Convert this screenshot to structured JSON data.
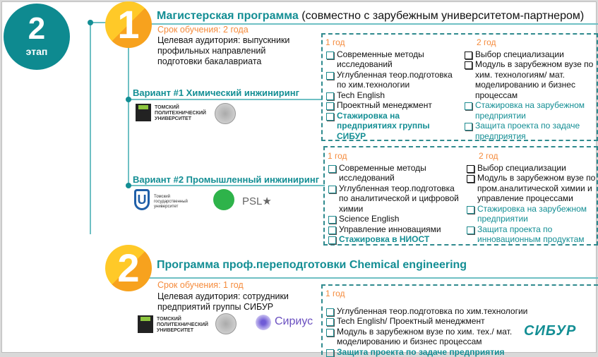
{
  "stage": {
    "number": "2",
    "label": "этап"
  },
  "program1": {
    "number": "1",
    "title": "Магистерская программа",
    "title_note": "(совместно с зарубежным университетом-партнером)",
    "duration": "Срок обучения: 2 года",
    "audience": [
      "Целевая аудитория: выпускники",
      "профильных направлений",
      "подготовки бакалавриата"
    ],
    "variant1": {
      "label": "Вариант #1 Химический инжиниринг",
      "logos": [
        "ТОМСКИЙ",
        "ПОЛИТЕХНИЧЕСКИЙ",
        "УНИВЕРСИТЕТ"
      ],
      "year1": {
        "label": "1 год",
        "items": [
          "Современные методы исследований",
          "Углубленная теор.подготовка по хим.технологии",
          "Tech English",
          "Проектный менеджмент",
          "Стажировка на предприятиях группы СИБУР"
        ]
      },
      "year2": {
        "label": "2 год",
        "items": [
          "Выбор специализации",
          "Модуль в зарубежном вузе по хим. технологиям/ мат. моделированию и бизнес процессам",
          "Стажировка на зарубежном предприятии",
          "Защита проекта по задаче предприятия"
        ]
      }
    },
    "variant2": {
      "label": "Вариант #2 Промышленный инжиниринг",
      "logos": [
        "Томский государственный университет",
        "PSL★"
      ],
      "year1": {
        "label": "1 год",
        "items": [
          "Современные методы исследований",
          "Углубленная теор.подготовка по аналитической и цифровой химии",
          "Science English",
          "Управление инновациями",
          "Стажировка в НИОСТ"
        ]
      },
      "year2": {
        "label": "2 год",
        "items": [
          "Выбор специализации",
          "Модуль в зарубежном вузе по пром.аналитической химии и управление процессами",
          "Стажировка на зарубежном предприятии",
          "Защита проекта по инновационным продуктам"
        ]
      }
    }
  },
  "program2": {
    "number": "2",
    "title": "Программа проф.переподготовки Chemical engineering",
    "duration": "Срок обучения: 1 год",
    "audience": [
      "Целевая аудитория: сотрудники",
      "предприятий группы СИБУР"
    ],
    "logos": [
      "ТОМСКИЙ",
      "ПОЛИТЕХНИЧЕСКИЙ",
      "УНИВЕРСИТЕТ",
      "Сириус"
    ],
    "year1": {
      "label": "1 год",
      "items": [
        "Углубленная теор.подготовка по хим.технологии",
        "Tech English/ Проектный менеджмент",
        "Модуль в зарубежном вузе по хим. тех./ мат. моделированию и бизнес процессам",
        "Защита проекта по задаче предприятия"
      ]
    },
    "brand": "СИБУР"
  },
  "colors": {
    "teal": "#138e94",
    "orange": "#f58b3c",
    "yellow": "#ffc928"
  }
}
